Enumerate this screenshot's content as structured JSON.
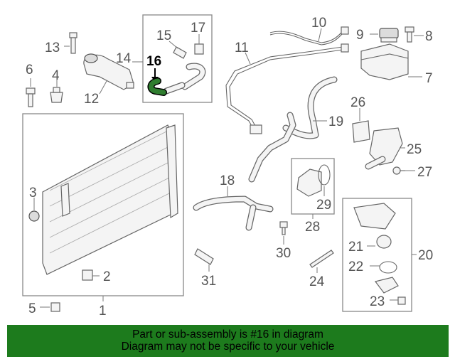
{
  "diagram": {
    "highlighted_part": "16",
    "callouts": [
      "1",
      "2",
      "3",
      "4",
      "5",
      "6",
      "7",
      "8",
      "9",
      "10",
      "11",
      "12",
      "13",
      "14",
      "15",
      "16",
      "17",
      "18",
      "19",
      "20",
      "21",
      "22",
      "23",
      "24",
      "25",
      "26",
      "27",
      "28",
      "29",
      "30",
      "31"
    ]
  },
  "banner": {
    "line1": "Part or sub-assembly is #16 in diagram",
    "line2": "Diagram may not be specific to your vehicle",
    "background": "#1d7b1d"
  },
  "colors": {
    "highlight": "#2f7d2f",
    "line": "#666666"
  }
}
